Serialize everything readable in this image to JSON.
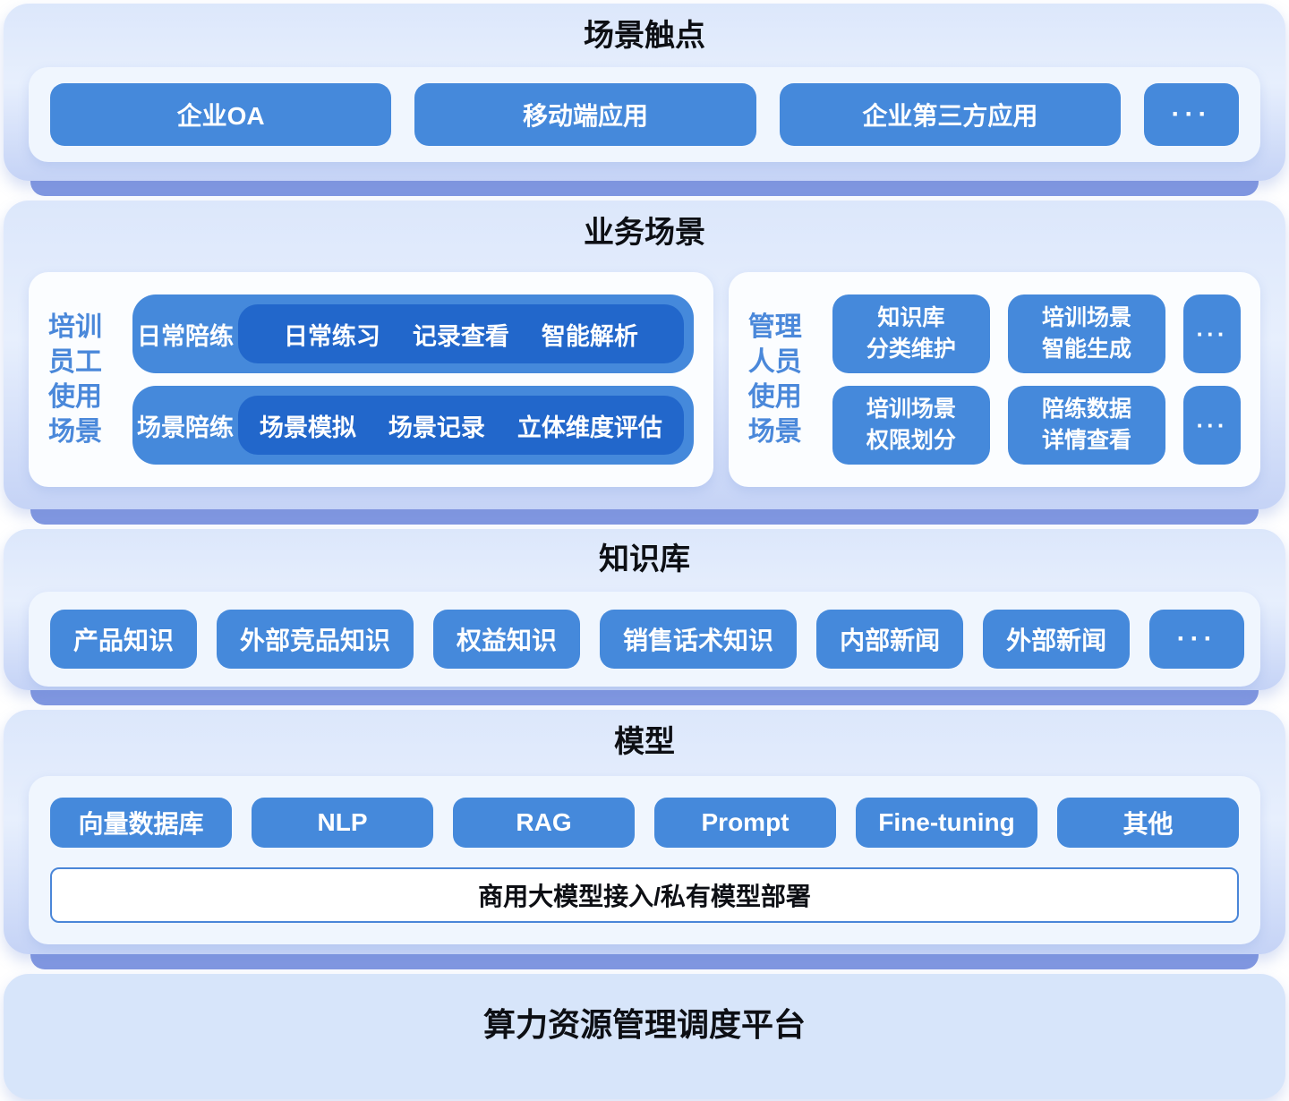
{
  "colors": {
    "button_blue": "#4589DB",
    "deep_pill_blue": "#2267CB",
    "layer_band_blue": "#8298E1",
    "card_light_blue": "#DCE7FB",
    "label_blue": "#4A88DA",
    "title_black": "#0D0F14"
  },
  "touchpoints": {
    "title": "场景触点",
    "buttons": [
      "企业OA",
      "移动端应用",
      "企业第三方应用"
    ],
    "more": "···"
  },
  "business": {
    "title": "业务场景",
    "left_panel": {
      "label_lines": [
        "培训",
        "员工",
        "使用",
        "场景"
      ],
      "rows": [
        {
          "tag": "日常陪练",
          "items": [
            "日常练习",
            "记录查看",
            "智能解析"
          ]
        },
        {
          "tag": "场景陪练",
          "items": [
            "场景模拟",
            "场景记录",
            "立体维度评估"
          ]
        }
      ]
    },
    "right_panel": {
      "label_lines": [
        "管理",
        "人员",
        "使用",
        "场景"
      ],
      "rows": [
        {
          "buttons": [
            {
              "line1": "知识库",
              "line2": "分类维护"
            },
            {
              "line1": "培训场景",
              "line2": "智能生成"
            }
          ],
          "more": "···"
        },
        {
          "buttons": [
            {
              "line1": "培训场景",
              "line2": "权限划分"
            },
            {
              "line1": "陪练数据",
              "line2": "详情查看"
            }
          ],
          "more": "···"
        }
      ]
    }
  },
  "knowledge": {
    "title": "知识库",
    "buttons": [
      "产品知识",
      "外部竞品知识",
      "权益知识",
      "销售话术知识",
      "内部新闻",
      "外部新闻"
    ],
    "more": "···"
  },
  "model": {
    "title": "模型",
    "buttons": [
      "向量数据库",
      "NLP",
      "RAG",
      "Prompt",
      "Fine-tuning",
      "其他"
    ],
    "bar": "商用大模型接入/私有模型部署"
  },
  "platform": {
    "title": "算力资源管理调度平台"
  }
}
